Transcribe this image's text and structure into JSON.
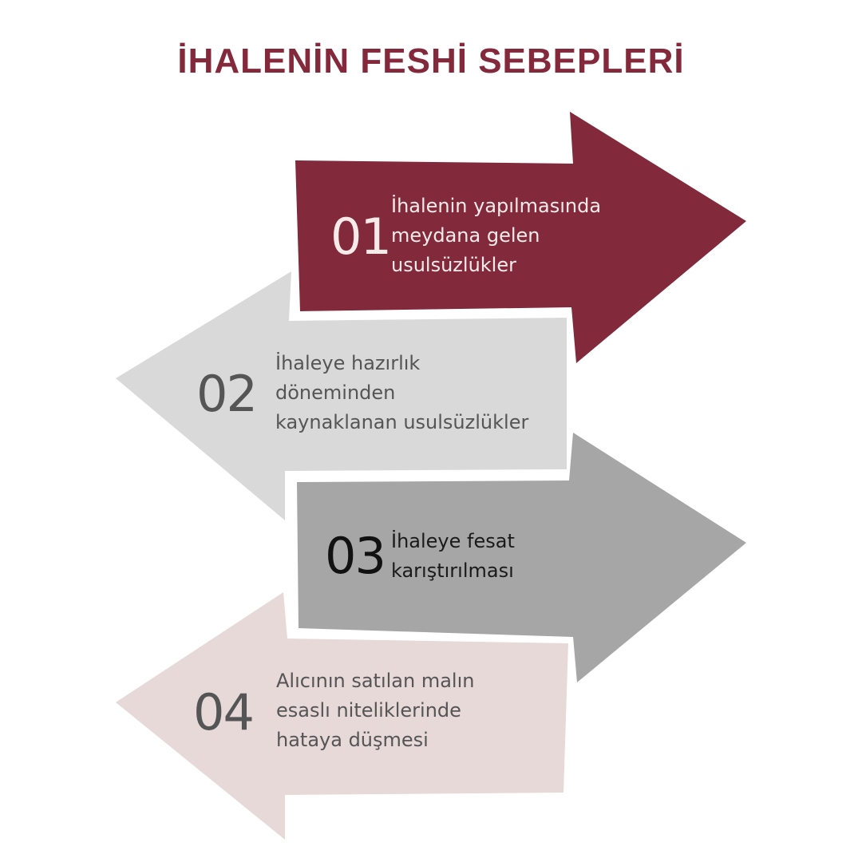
{
  "title": "İHALENİN FESHİ SEBEPLERİ",
  "colors": {
    "title": "#83293b",
    "step1_fill": "#82293b",
    "step2_fill": "#d9d9d9",
    "step3_fill": "#a6a6a6",
    "step4_fill": "#e6d9d8"
  },
  "steps": [
    {
      "number": "01",
      "lines": [
        "İhalenin yapılmasında",
        "meydana gelen",
        "usulsüzlükler"
      ],
      "direction": "right"
    },
    {
      "number": "02",
      "lines": [
        "İhaleye hazırlık",
        "döneminden",
        "kaynaklanan usulsüzlükler"
      ],
      "direction": "left"
    },
    {
      "number": "03",
      "lines": [
        "İhaleye fesat",
        "karıştırılması"
      ],
      "direction": "right"
    },
    {
      "number": "04",
      "lines": [
        "Alıcının satılan malın",
        "esaslı niteliklerinde",
        "hataya düşmesi"
      ],
      "direction": "left"
    }
  ]
}
